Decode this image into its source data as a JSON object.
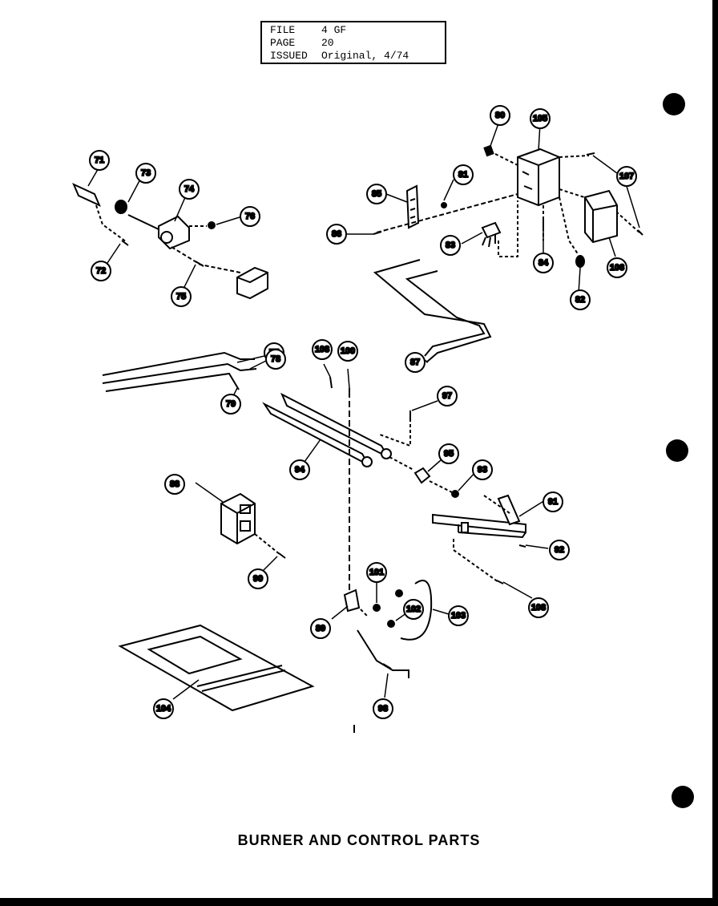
{
  "file_box": {
    "file_label": "FILE",
    "file_value": "4 GF",
    "page_label": "PAGE",
    "page_value": "20",
    "issued_label": "ISSUED",
    "issued_value": "Original, 4/74"
  },
  "title": "BURNER AND CONTROL PARTS",
  "callouts": [
    {
      "id": "c71",
      "label": "71"
    },
    {
      "id": "c72",
      "label": "72"
    },
    {
      "id": "c73",
      "label": "73"
    },
    {
      "id": "c74",
      "label": "74"
    },
    {
      "id": "c75",
      "label": "75"
    },
    {
      "id": "c76",
      "label": "76"
    },
    {
      "id": "c77",
      "label": "77"
    },
    {
      "id": "c78",
      "label": "78"
    },
    {
      "id": "c79",
      "label": "79"
    },
    {
      "id": "c80",
      "label": "80"
    },
    {
      "id": "c81",
      "label": "81"
    },
    {
      "id": "c82",
      "label": "82"
    },
    {
      "id": "c83",
      "label": "83"
    },
    {
      "id": "c84",
      "label": "84"
    },
    {
      "id": "c85",
      "label": "85"
    },
    {
      "id": "c86",
      "label": "86"
    },
    {
      "id": "c87",
      "label": "87"
    },
    {
      "id": "c88",
      "label": "88"
    },
    {
      "id": "c89",
      "label": "89"
    },
    {
      "id": "c90",
      "label": "90"
    },
    {
      "id": "c91",
      "label": "91"
    },
    {
      "id": "c92",
      "label": "92"
    },
    {
      "id": "c93",
      "label": "93"
    },
    {
      "id": "c94",
      "label": "94"
    },
    {
      "id": "c95",
      "label": "95"
    },
    {
      "id": "c97",
      "label": "97"
    },
    {
      "id": "c98",
      "label": "98"
    },
    {
      "id": "c100",
      "label": "100"
    },
    {
      "id": "c101",
      "label": "101"
    },
    {
      "id": "c102",
      "label": "102"
    },
    {
      "id": "c103",
      "label": "103"
    },
    {
      "id": "c104",
      "label": "104"
    },
    {
      "id": "c105",
      "label": "105"
    },
    {
      "id": "c106",
      "label": "106"
    },
    {
      "id": "c107",
      "label": "107"
    },
    {
      "id": "c108a",
      "label": "108"
    },
    {
      "id": "c108b",
      "label": "108"
    }
  ]
}
